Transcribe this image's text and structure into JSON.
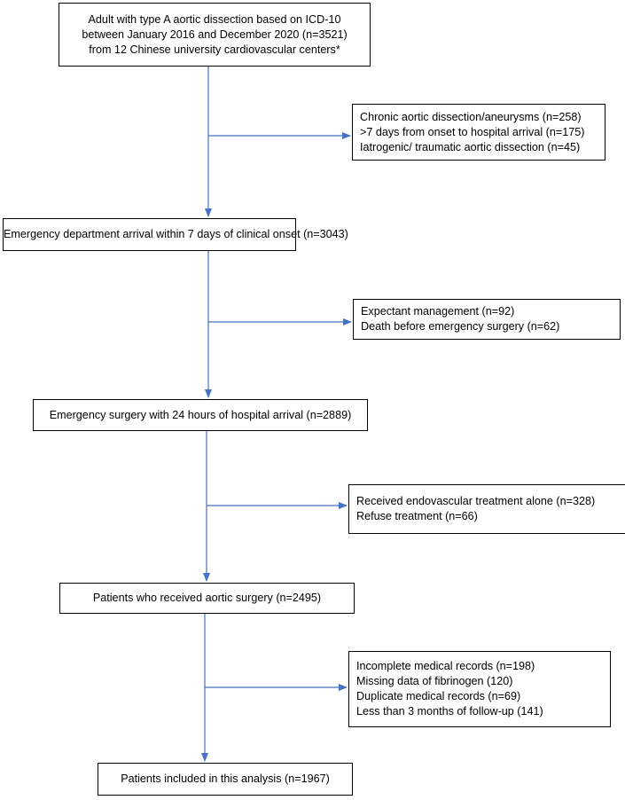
{
  "flowchart": {
    "main_steps": [
      {
        "lines": [
          "Adult with type A aortic dissection based on ICD-10",
          "between January 2016 and December 2020 (n=3521)",
          "from 12 Chinese university cardiovascular centers*"
        ]
      },
      {
        "lines": [
          "Emergency department arrival within 7 days of clinical onset (n=3043)"
        ]
      },
      {
        "lines": [
          "Emergency surgery with 24 hours of hospital arrival (n=2889)"
        ]
      },
      {
        "lines": [
          "Patients who received aortic surgery (n=2495)"
        ]
      },
      {
        "lines": [
          "Patients included in this analysis (n=1967)"
        ]
      }
    ],
    "exclusions": [
      {
        "lines": [
          "Chronic aortic dissection/aneurysms (n=258)",
          ">7 days from onset to hospital arrival (n=175)",
          "Iatrogenic/ traumatic aortic dissection (n=45)"
        ]
      },
      {
        "lines": [
          "Expectant management (n=92)",
          "Death before emergency surgery (n=62)"
        ]
      },
      {
        "lines": [
          "Received endovascular treatment alone (n=328)",
          "Refuse treatment (n=66)"
        ]
      },
      {
        "lines": [
          "Incomplete medical records (n=198)",
          "Missing data of fibrinogen (120)",
          "Duplicate medical records (n=69)",
          "Less than 3 months of follow-up (141)"
        ]
      }
    ],
    "colors": {
      "connector": "#4472c4",
      "box_border": "#000000",
      "text": "#000000"
    }
  }
}
